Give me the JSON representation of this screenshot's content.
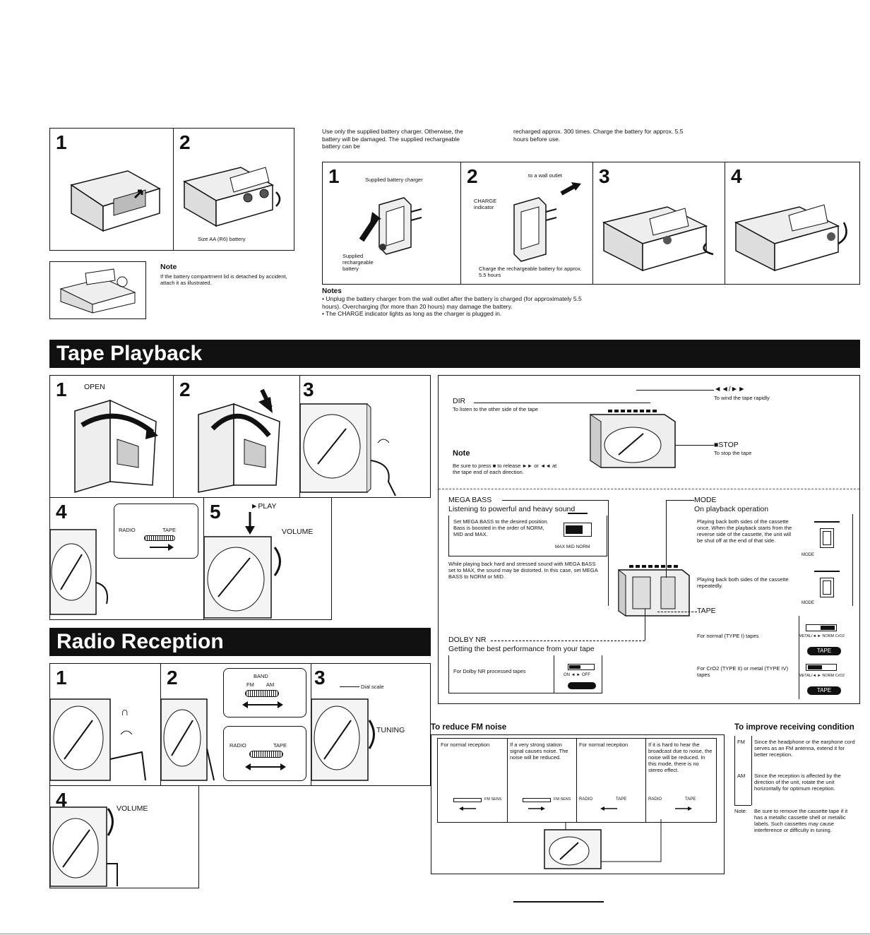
{
  "battery": {
    "step1": "1",
    "step2": "2",
    "battery_size": "Size AA (R6) battery",
    "note_title": "Note",
    "note_text": "If the battery compartment lid is detached by accident, attach it as illustrated."
  },
  "charger": {
    "intro_col1": "Use only the supplied battery charger. Otherwise, the battery will be damaged. The supplied rechargeable battery can be",
    "intro_col2": "recharged approx. 300 times. Charge the battery for approx. 5.5 hours before use.",
    "step1": "1",
    "step2": "2",
    "step3": "3",
    "step4": "4",
    "supplied_charger": "Supplied battery charger",
    "supplied_battery": "Supplied rechargeable battery",
    "wall_outlet": "to a wall outlet",
    "charge_indicator": "CHARGE indicator",
    "charge_caption": "Charge the rechargeable battery for approx. 5.5 hours",
    "notes_title": "Notes",
    "note1": "• Unplug the battery charger from the wall outlet after the battery is charged (for approximately 5.5 hours). Overcharging (for more than 20 hours) may damage the battery.",
    "note2": "• The CHARGE indicator lights as long as the charger is plugged in."
  },
  "tape_playback": {
    "title": "Tape Playback",
    "step1": "1",
    "step2": "2",
    "step3": "3",
    "step4": "4",
    "step5": "5",
    "open": "OPEN",
    "play": "►PLAY",
    "volume": "VOLUME",
    "switch_left": "RADIO",
    "switch_right": "TAPE",
    "dir_title": "DIR",
    "dir_text": "To listen to the other side of the tape",
    "ff_title": "◄◄/►►",
    "ff_text": "To wind the tape rapidly",
    "stop_title": "■STOP",
    "stop_text": "To stop the tape",
    "note_title": "Note",
    "note_text": "Be sure to press ■ to release ►► or ◄◄ at the tape end of each direction.",
    "mega_title": "MEGA BASS",
    "mega_sub": "Listening to powerful and heavy sound",
    "mega_text1": "Set MEGA BASS to the desired position. Bass is boosted in the order of NORM, MID and MAX.",
    "mega_switch": "MAX MID NORM",
    "mega_text2": "While playing back hard and stressed sound with MEGA BASS set to MAX, the sound may be distorted. In this case, set MEGA BASS to NORM or MID.",
    "mode_title": "MODE",
    "mode_sub": "On playback operation",
    "mode_text1": "Playing back both sides of the cassette once. When the playback starts from the reverse side of the cassette, the unit will be shut off at the end of that side.",
    "mode_text2": "Playing back both sides of the cassette repeatedly.",
    "mode_label": "MODE",
    "dolby_title": "DOLBY NR",
    "dolby_sub": "Getting the best performance from your tape",
    "dolby_text": "For Dolby NR processed tapes",
    "dolby_switch": "ON ◄ ► OFF",
    "tape_title": "TAPE",
    "tape_text1": "For normal (TYPE I) tapes",
    "tape_text2": "For CrO2 (TYPE II) or metal (TYPE IV) tapes",
    "tape_switch": "METAL/◄ ► NORM CrO2",
    "tape_badge": "TAPE"
  },
  "radio": {
    "title": "Radio Reception",
    "step1": "1",
    "step2": "2",
    "step3": "3",
    "step4": "4",
    "band": "BAND",
    "fm": "FM",
    "am": "AM",
    "switch_left": "RADIO",
    "switch_right": "TAPE",
    "dial_scale": "Dial scale",
    "tuning": "TUNING",
    "volume": "VOLUME",
    "fm_noise_title": "To reduce FM noise",
    "fm_col1_head": "For normal reception",
    "fm_col2_text": "If a very strong station signal causes noise. The noise will be reduced.",
    "fm_col3_head": "For normal reception",
    "fm_col4_text": "If it is hard to hear the broadcast due to noise, the noise will be reduced. In this mode, there is no stereo effect.",
    "fm_sens": "FM SENS",
    "improve_title": "To improve receiving condition",
    "fm_label": "FM",
    "fm_tip": "Since the headphone or the earphone cord serves as an FM antenna, extend it for better reception.",
    "am_label": "AM",
    "am_tip": "Since the reception is affected by the direction of the unit, rotate the unit horizontally for optimum reception.",
    "note_label": "Note:",
    "note_text": "Be sure to remove the cassette tape if it has a metallic cassette shell or metallic labels. Such cassettes may cause interference or difficulty in tuning."
  },
  "icons": [
    "walkman-icon",
    "charger-icon",
    "headphone-icon",
    "arrow-icon"
  ]
}
